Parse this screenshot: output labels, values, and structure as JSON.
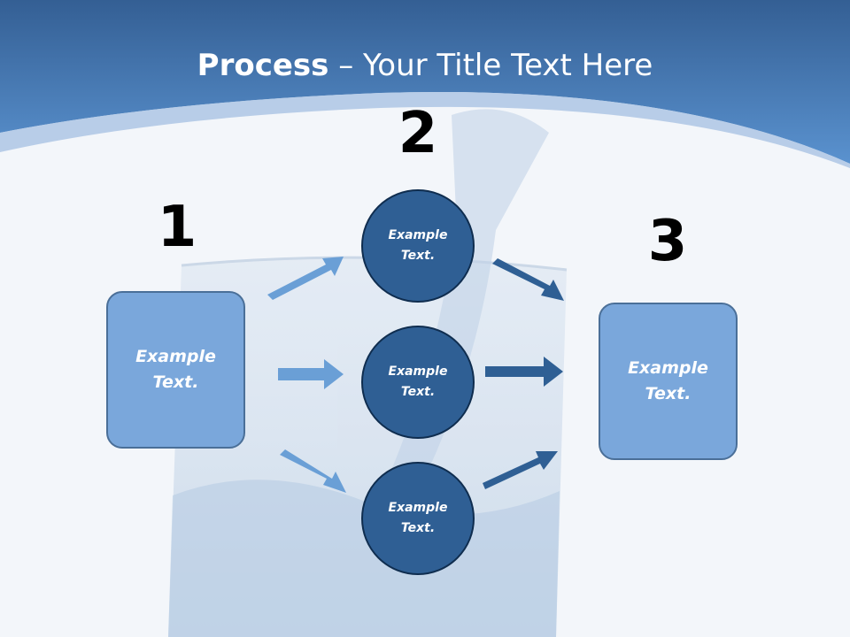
{
  "title": {
    "bold": "Process",
    "separator": " – ",
    "rest": "Your Title Text Here"
  },
  "steps": {
    "one": "1",
    "two": "2",
    "three": "3"
  },
  "boxes": {
    "left": "Example Text.",
    "right": "Example Text."
  },
  "circles": [
    "Example Text.",
    "Example Text.",
    "Example Text."
  ],
  "colors": {
    "header": "#3d70ad",
    "box_fill": "#7aa7db",
    "circle_fill": "#2f5f94",
    "arrow_light": "#6a9fd6",
    "arrow_dark": "#2f5f94"
  }
}
